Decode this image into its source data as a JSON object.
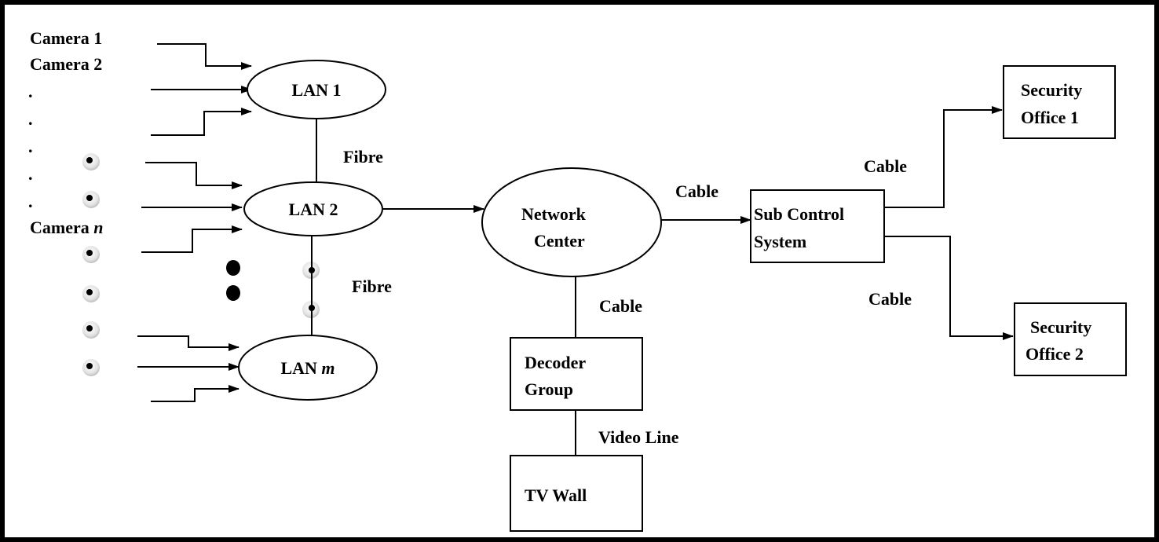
{
  "cameras": {
    "camera_1": "Camera 1",
    "camera_2": "Camera 2",
    "camera_n_prefix": "Camera ",
    "camera_n_var": "n",
    "ellipsis_dot": "."
  },
  "lans": {
    "lan_1": "LAN 1",
    "lan_2": "LAN 2",
    "lan_m_prefix": "LAN ",
    "lan_m_var": "m"
  },
  "links": {
    "fibre_1": "Fibre",
    "fibre_2": "Fibre",
    "cable_nc_sub": "Cable",
    "cable_nc_decoder": "Cable",
    "cable_sub_office1": "Cable",
    "cable_sub_office2": "Cable",
    "video_line": "Video Line"
  },
  "nodes": {
    "network_center": [
      "Network",
      "Center"
    ],
    "sub_control": [
      "Sub Control",
      "System"
    ],
    "decoder_group": [
      "Decoder",
      "Group"
    ],
    "tv_wall": "TV Wall",
    "security_office_1": [
      "Security",
      "Office 1"
    ],
    "security_office_2": [
      "Security",
      "Office 2"
    ]
  }
}
